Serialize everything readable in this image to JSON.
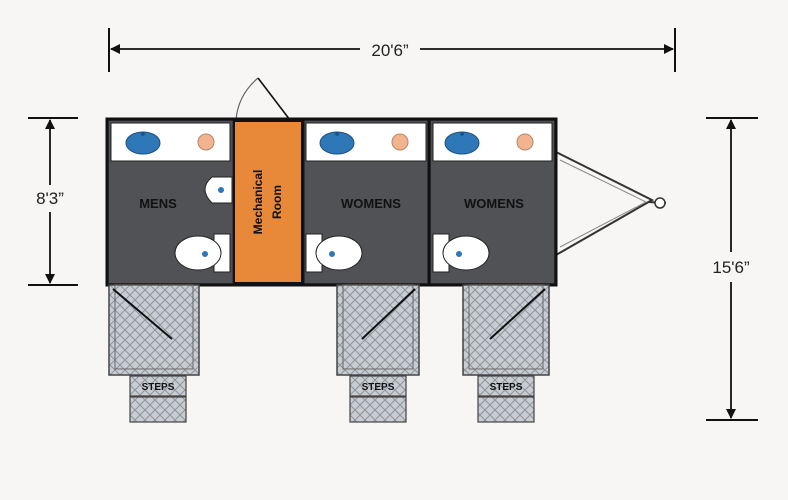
{
  "dimensions": {
    "width": "20'6”",
    "room_depth": "8'3”",
    "total_depth": "15'6”"
  },
  "rooms": [
    {
      "label": "MENS"
    },
    {
      "label_line1": "Mechanical",
      "label_line2": "Room"
    },
    {
      "label": "WOMENS"
    },
    {
      "label": "WOMENS"
    }
  ],
  "steps": [
    {
      "label": "STEPS"
    },
    {
      "label": "STEPS"
    },
    {
      "label": "STEPS"
    }
  ],
  "colors": {
    "room_fill": "#505256",
    "mechanical_fill": "#e8893a",
    "sink": "#2f78b8",
    "soap": "#f2b48f",
    "plate": "#c9cdd3",
    "outline": "#111111"
  },
  "icons": [
    "sink-icon",
    "soap-icon",
    "toilet-icon",
    "urinal-icon",
    "door-icon",
    "hitch-icon",
    "arrow-icon"
  ]
}
